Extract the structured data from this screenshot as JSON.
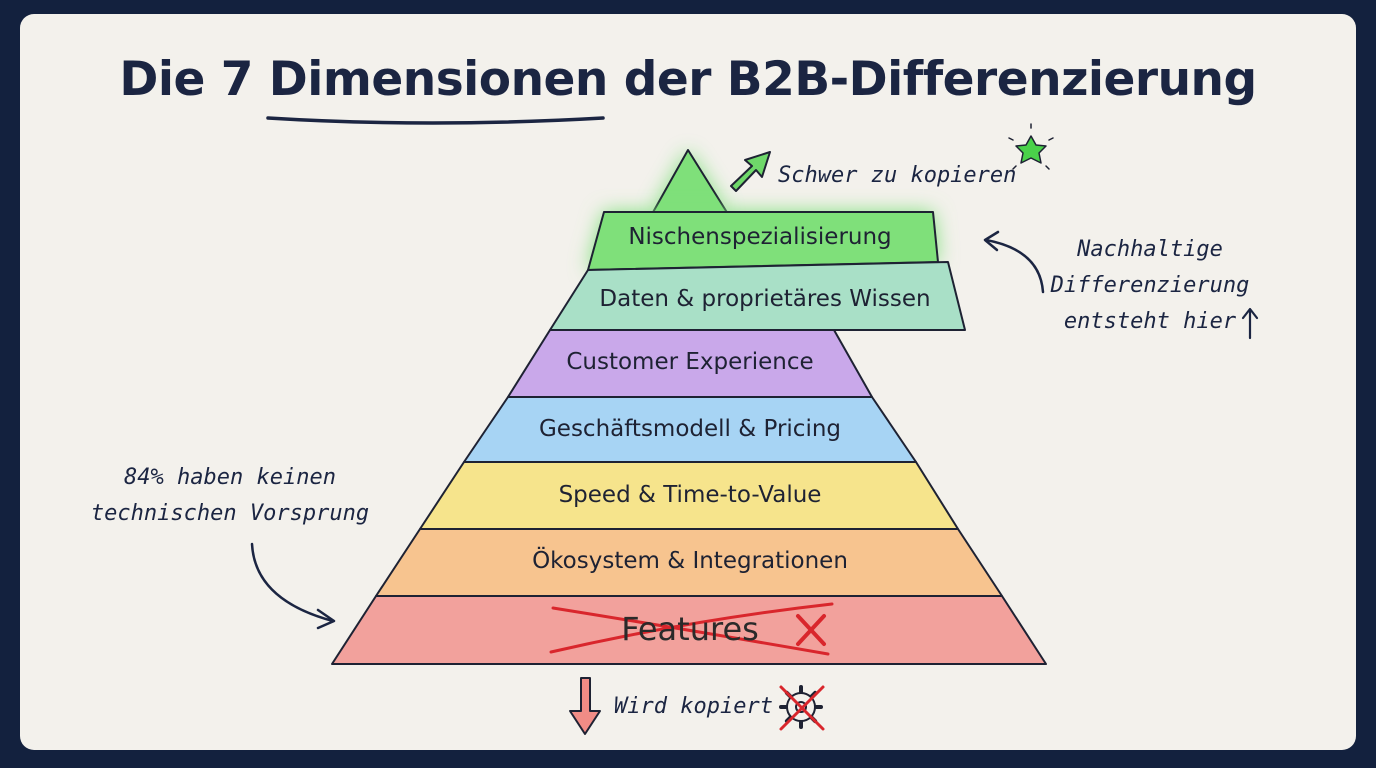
{
  "title": {
    "prefix": "Die 7 ",
    "highlight": "Dimensionen",
    "suffix": " der B2B-Differenzierung"
  },
  "layers": [
    {
      "label": "Nischenspezialisierung",
      "color": "#7fe07a"
    },
    {
      "label": "Daten & proprietäres Wissen",
      "color": "#a9e0c7"
    },
    {
      "label": "Customer Experience",
      "color": "#c9a8ea"
    },
    {
      "label": "Geschäftsmodell & Pricing",
      "color": "#a7d4f4"
    },
    {
      "label": "Speed & Time-to-Value",
      "color": "#f6e48c"
    },
    {
      "label": "Ökosystem & Integrationen",
      "color": "#f7c48f"
    },
    {
      "label": "Features",
      "color": "#f2a19c",
      "crossed_out": true
    }
  ],
  "annotations": {
    "top_right": "Schwer zu kopieren",
    "right": [
      "Nachhaltige",
      "Differenzierung",
      "entsteht hier"
    ],
    "left": [
      "84% haben keinen",
      "technischen Vorsprung"
    ],
    "bottom": "Wird kopiert"
  },
  "colors": {
    "background": "#13213e",
    "card": "#f3f1ec",
    "ink": "#1b2542",
    "red_mark": "#d9262c",
    "star": "#4ad14a"
  },
  "icons": [
    "up-arrow-icon",
    "star-icon",
    "down-arrow-icon",
    "crossed-gear-icon",
    "x-mark-icon"
  ]
}
